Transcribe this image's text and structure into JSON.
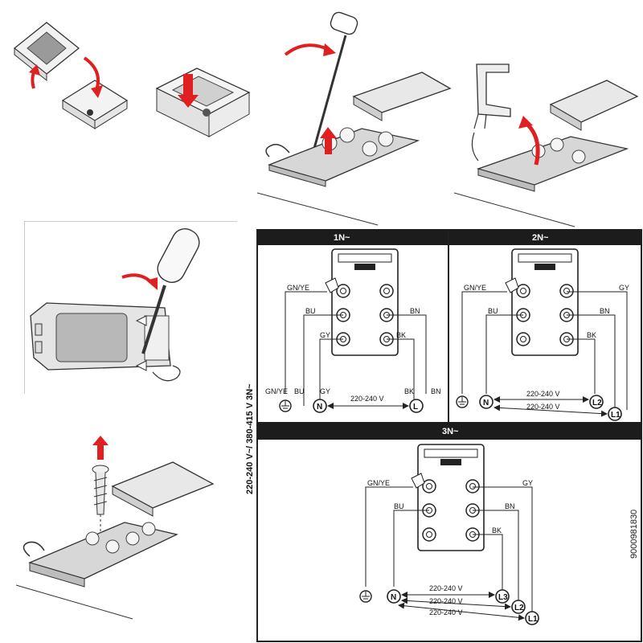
{
  "diagram": {
    "side_label": "220-240 V~/ 380-415 V 3N~",
    "document_code": "9000981830",
    "panels": [
      {
        "header": "1N~",
        "wire_labels": [
          "GN/YE",
          "BU",
          "GY",
          "BN",
          "BK",
          "GN/YE",
          "BU",
          "GY",
          "BK",
          "BN"
        ],
        "voltage": "220-240 V",
        "terminals": [
          "N",
          "L"
        ]
      },
      {
        "header": "2N~",
        "wire_labels": [
          "GN/YE",
          "BU",
          "GY",
          "BN",
          "BK"
        ],
        "voltages": [
          "220-240 V",
          "220-240 V"
        ],
        "terminals": [
          "N",
          "L2",
          "L1"
        ]
      },
      {
        "header": "3N~",
        "wire_labels": [
          "GN/YE",
          "BU",
          "GY",
          "BN",
          "BK"
        ],
        "voltages": [
          "220-240 V",
          "220-240 V",
          "220-240 V"
        ],
        "terminals": [
          "N",
          "L3",
          "L2",
          "L1"
        ]
      }
    ],
    "colors": {
      "header_bg": "#1c1c1c",
      "arrow_red": "#e02020",
      "line": "#222222"
    }
  }
}
